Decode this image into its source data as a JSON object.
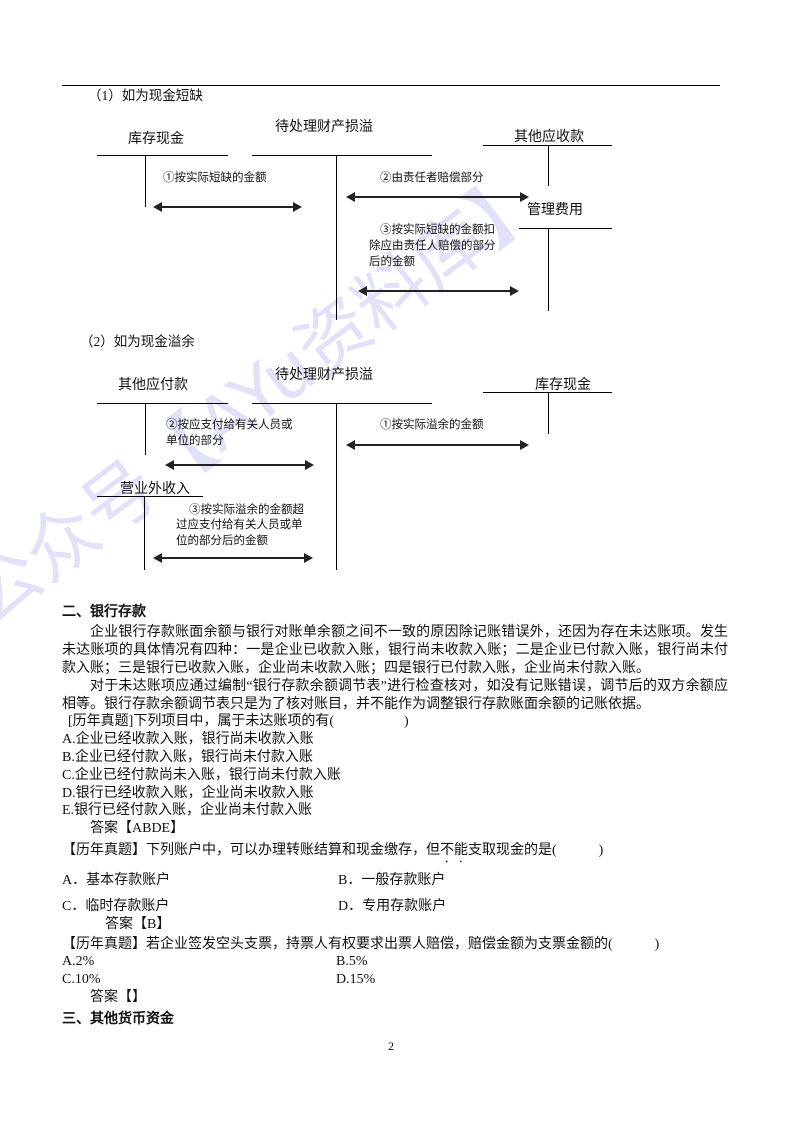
{
  "watermark": "公众号【AYu资料库】",
  "cash_shortage": {
    "title": "（1）如为现金短缺",
    "accounts": {
      "cash": "库存现金",
      "pending": "待处理财产损溢",
      "other_receivable": "其他应收款",
      "admin_expense": "管理费用"
    },
    "step1": "①按实际短缺的金额",
    "step2": "②由责任者赔偿部分",
    "step3_lines": [
      "③按实际短缺的金额扣",
      "除应由责任人赔偿的部分",
      "后的金额"
    ]
  },
  "cash_surplus": {
    "title": "（2）如为现金溢余",
    "accounts": {
      "other_payable": "其他应付款",
      "pending": "待处理财产损溢",
      "cash": "库存现金",
      "non_operating_income": "营业外收入"
    },
    "step1": "①按实际溢余的金额",
    "step2_lines": [
      "②按应支付给有关人员或",
      "单位的部分"
    ],
    "step3_lines": [
      "③按实际溢余的金额超",
      "过应支付给有关人员或单",
      "位的部分后的金额"
    ]
  },
  "bank_deposit": {
    "heading": "二、银行存款",
    "para1": "企业银行存款账面余额与银行对账单余额之间不一致的原因除记账错误外，还因为存在未达账项。发生未达账项的具体情况有四种：一是企业已收款入账，银行尚未收款入账；二是企业已付款入账，银行尚未付款入账；三是银行已收款入账，企业尚未收款入账；四是银行已付款入账，企业尚未付款入账。",
    "para2": "对于未达账项应通过编制“银行存款余额调节表”进行检查核对，如没有记账错误，调节后的双方余额应相等。银行存款余额调节表只是为了核对账目，并不能作为调整银行存款账面余额的记账依据。"
  },
  "q1": {
    "question": "[历年真题]下列项目中，属于未达账项的有(　　　　　)",
    "options": [
      "A.企业已经收款入账，银行尚未收款入账",
      "B.企业已经付款入账，银行尚未付款入账",
      "C.企业已经付款尚未入账，银行尚未付款入账",
      "D.银行已经收款入账，企业尚未收款入账",
      "E.银行已经付款入账，企业尚未付款入账"
    ],
    "answer": "答案【ABDE】"
  },
  "q2": {
    "question_pre": "【历年真题】下列账户中，可以办理转账结算和现金缴存，但",
    "question_emph": "不能",
    "question_post": "支取现金的是(　　　)",
    "options": [
      "A．基本存款账户",
      "B．一般存款账户",
      "C．临时存款账户",
      "D．专用存款账户"
    ],
    "answer": "答案【B】"
  },
  "q3": {
    "question": "【历年真题】若企业签发空头支票，持票人有权要求出票人赔偿，赔偿金额为支票金额的(　　　)",
    "options": [
      "A.2%",
      "B.5%",
      "C.10%",
      "D.15%"
    ],
    "answer": "答案【】"
  },
  "other_funds": {
    "heading": "三、其他货币资金"
  },
  "page_number": "2"
}
